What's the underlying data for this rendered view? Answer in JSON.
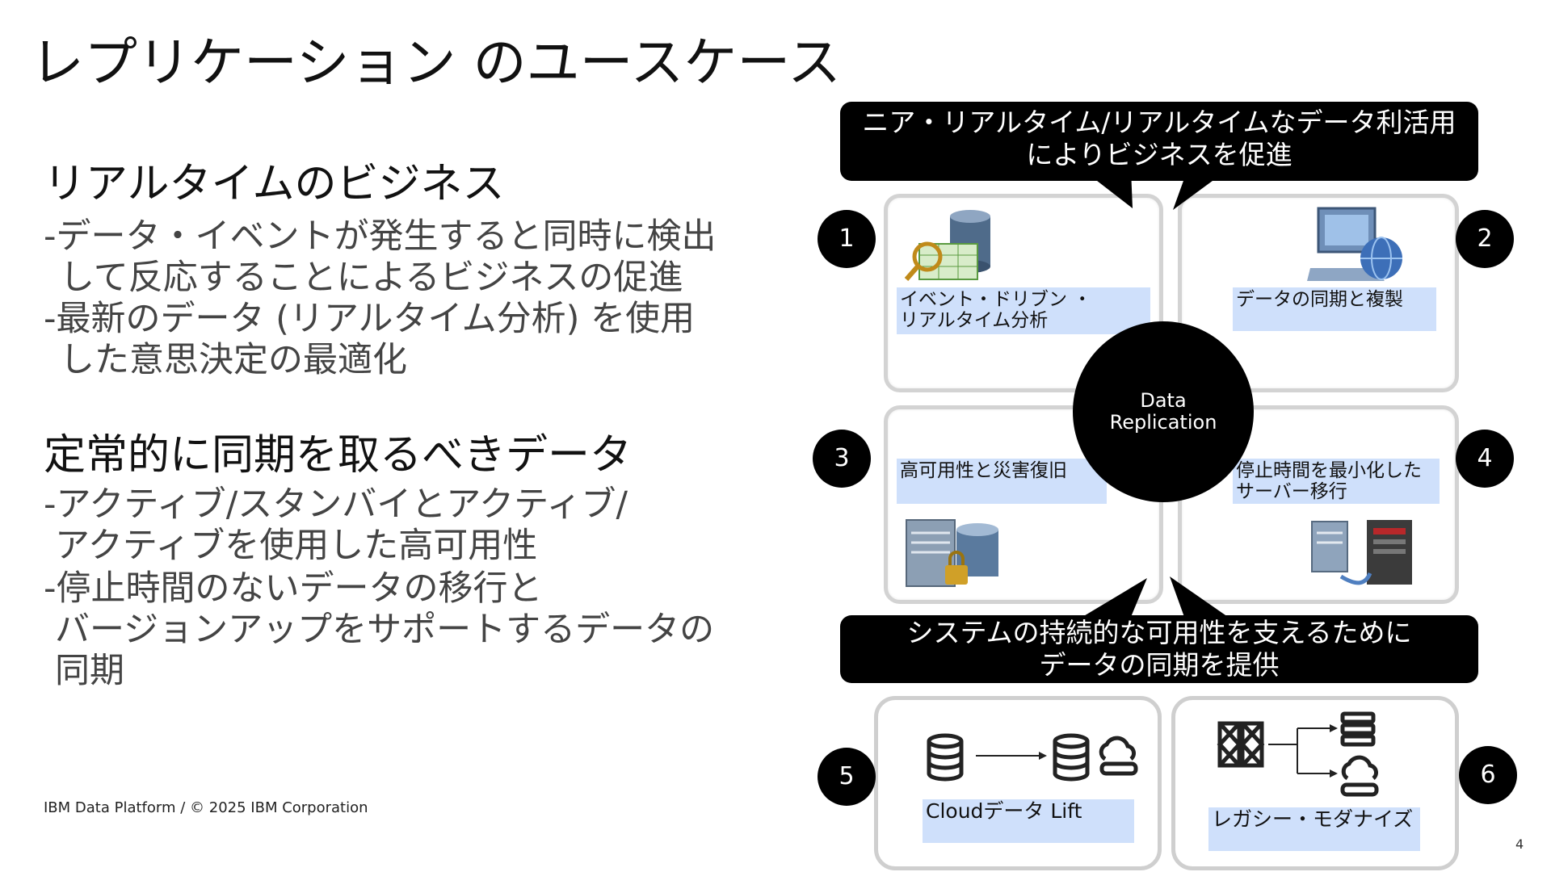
{
  "title": "レプリケーション のユースケース",
  "left": {
    "section1": {
      "heading": "リアルタイムのビジネス",
      "bullets": [
        {
          "line1": "-データ・イベントが発生すると同時に検出",
          "line2": "して反応することによるビジネスの促進"
        },
        {
          "line1": "-最新のデータ (リアルタイム分析) を使用",
          "line2": "した意思決定の最適化"
        }
      ]
    },
    "section2": {
      "heading": "定常的に同期を取るべきデータ",
      "bullets": [
        {
          "line1": "-アクティブ/スタンバイとアクティブ/",
          "line2": "アクティブを使用した高可用性"
        },
        {
          "line1": "-停止時間のないデータの移行と",
          "line2": "バージョンアップをサポートするデータの",
          "line3": "同期"
        }
      ]
    }
  },
  "diagram": {
    "top_callout": {
      "line1": "ニア・リアルタイム/リアルタイムなデータ利活用",
      "line2": "によりビジネスを促進"
    },
    "bottom_callout": {
      "line1": "システムの持続的な可用性を支えるために",
      "line2": "データの同期を提供"
    },
    "center": {
      "line1": "Data",
      "line2": "Replication"
    },
    "quadrants": [
      {
        "num": "1",
        "label_line1": "イベント・ドリブン ・",
        "label_line2": "リアルタイム分析",
        "icon": "database-analytics-icon"
      },
      {
        "num": "2",
        "label_line1": "データの同期と複製",
        "icon": "computer-globe-icon"
      },
      {
        "num": "3",
        "label_line1": "高可用性と災害復旧",
        "icon": "secure-server-icon"
      },
      {
        "num": "4",
        "label_line1": "停止時間を最小化した",
        "label_line2": "サーバー移行",
        "icon": "server-migration-icon"
      }
    ],
    "bottom_panels": [
      {
        "num": "5",
        "label": "Cloudデータ Lift",
        "icon": "database-to-cloud-icon"
      },
      {
        "num": "6",
        "label": "レガシー・モダナイズ",
        "icon": "legacy-to-cloud-icon"
      }
    ]
  },
  "footer": "IBM Data Platform / © 2025 IBM Corporation",
  "page_number": "4"
}
